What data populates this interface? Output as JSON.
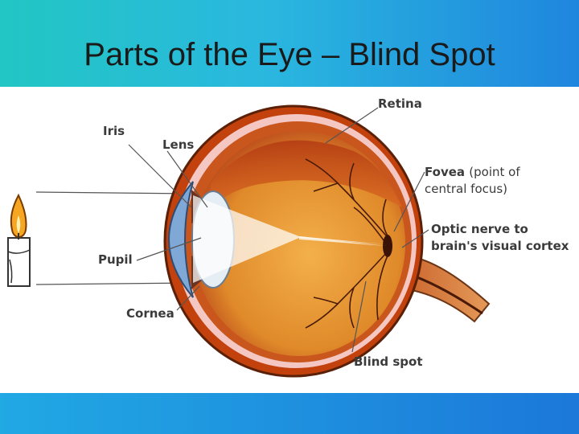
{
  "slide": {
    "title": "Parts of the Eye – Blind Spot"
  },
  "diagram": {
    "labels": {
      "retina": "Retina",
      "iris": "Iris",
      "lens": "Lens",
      "fovea": "Fovea",
      "fovea_note_1": "(point of",
      "fovea_note_2": "central focus)",
      "optic_nerve_1": "Optic nerve to",
      "optic_nerve_2": "brain's visual cortex",
      "pupil": "Pupil",
      "cornea": "Cornea",
      "blind_spot": "Blind spot"
    },
    "colors": {
      "eyeball_outer": "#c2410c",
      "eyeball_inner": "#e8912e",
      "cornea": "#7fa8d6",
      "lens": "#e6eef5",
      "vessels": "#4a1a08",
      "sclera_pink": "#f4c7c3",
      "leader_lines": "#555555"
    },
    "icons": [
      "candle-icon",
      "flame-icon"
    ]
  }
}
